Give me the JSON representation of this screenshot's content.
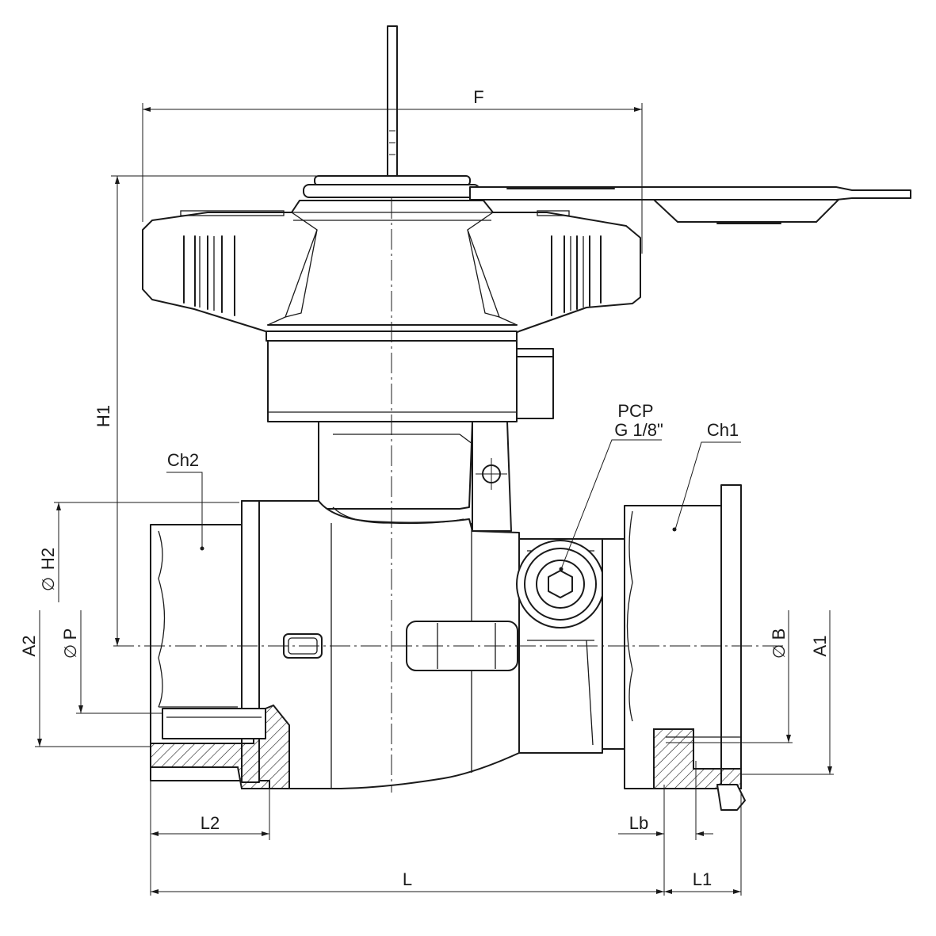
{
  "labels": {
    "F": "F",
    "H1": "H1",
    "Ch2": "Ch2",
    "Ch1": "Ch1",
    "PCP": "PCP",
    "PCP_thread": "G 1/8\"",
    "H2": "H2",
    "P": "P",
    "A2": "A2",
    "B": "B",
    "A1": "A1",
    "L2": "L2",
    "Lb": "Lb",
    "L": "L",
    "L1": "L1",
    "diameter_symbol": "∅"
  }
}
